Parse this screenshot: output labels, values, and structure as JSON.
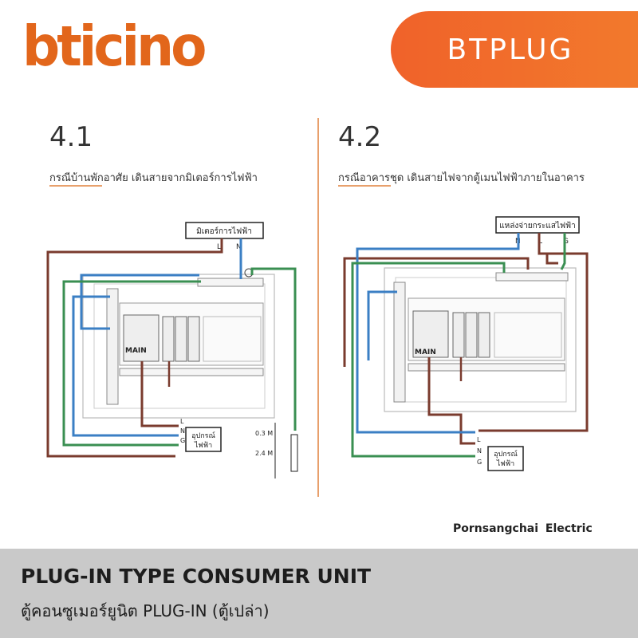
{
  "header": {
    "logo_text": "bticino",
    "badge_text": "BTPLUG"
  },
  "sections": [
    {
      "number": "4.1",
      "description": "กรณีบ้านพักอาศัย เดินสายจากมิเตอร์การไฟฟ้า",
      "source_label": "มิเตอร์การไฟฟ้า",
      "source_terminals": [
        "L",
        "N"
      ],
      "main_label": "MAIN",
      "load_label_line1": "อุปกรณ์",
      "load_label_line2": "ไฟฟ้า",
      "load_terminals": [
        "L",
        "N",
        "G"
      ],
      "ground_depth_label": "0.3 M",
      "ground_rod_label": "2.4 M"
    },
    {
      "number": "4.2",
      "description": "กรณีอาคารชุด เดินสายไฟจากตู้เมนไฟฟ้าภายในอาคาร",
      "source_label": "แหล่งจ่ายกระแสไฟฟ้า",
      "source_terminals": [
        "N",
        "L",
        "G"
      ],
      "main_label": "MAIN",
      "load_label_line1": "อุปกรณ์",
      "load_label_line2": "ไฟฟ้า",
      "load_terminals": [
        "L",
        "N",
        "G"
      ]
    }
  ],
  "credit": "Pornsangchai  Electric",
  "footer": {
    "title": "PLUG-IN TYPE CONSUMER UNIT",
    "subtitle": "ตู้คอนซูเมอร์ยูนิต PLUG-IN (ตู้เปล่า)"
  },
  "colors": {
    "brand_orange": "#e2661b",
    "badge_orange": "#f0622a",
    "wire_line": "#7a3b2e",
    "wire_neutral": "#3b7fc4",
    "wire_ground": "#3a8f52",
    "footer_gray": "#c9c9c9"
  }
}
